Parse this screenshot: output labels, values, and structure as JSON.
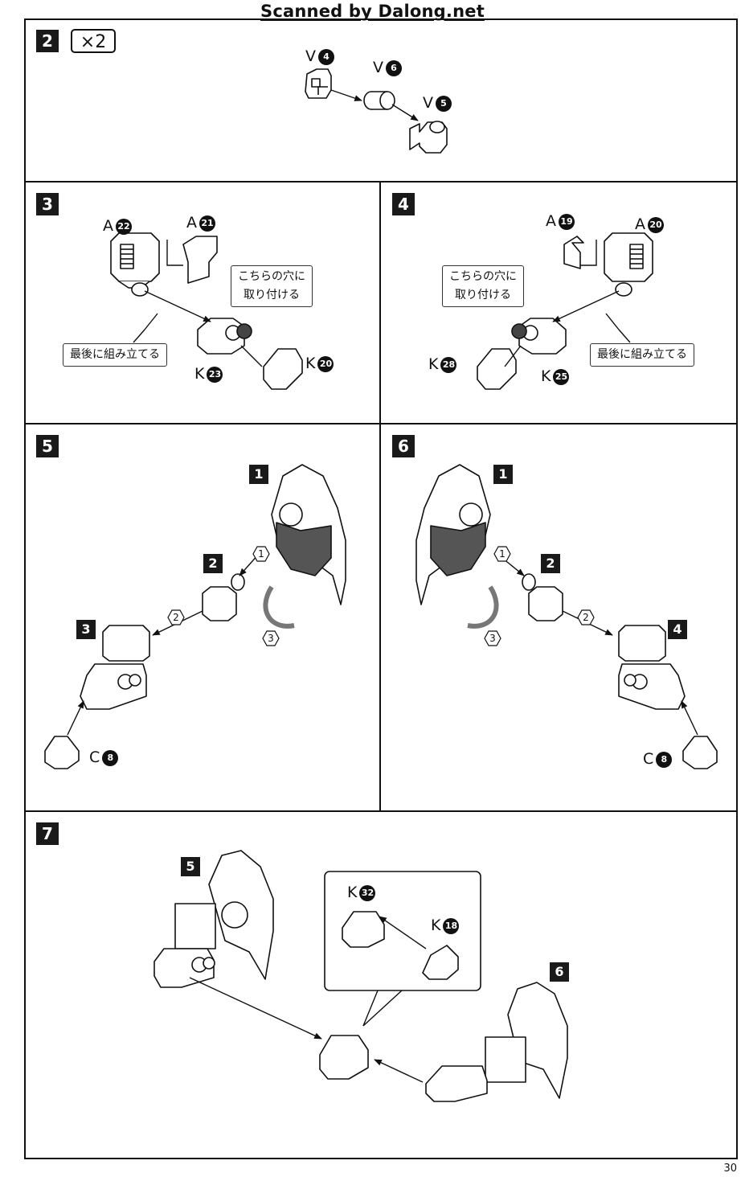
{
  "watermark": "Scanned by Dalong.net",
  "page_number": "30",
  "steps": {
    "s2": {
      "number": "2",
      "multiplier": "×2",
      "parts": [
        {
          "letter": "V",
          "num": "4"
        },
        {
          "letter": "V",
          "num": "6"
        },
        {
          "letter": "V",
          "num": "5"
        }
      ]
    },
    "s3": {
      "number": "3",
      "parts": [
        {
          "letter": "A",
          "num": "22"
        },
        {
          "letter": "A",
          "num": "21"
        },
        {
          "letter": "K",
          "num": "23"
        },
        {
          "letter": "K",
          "num": "20"
        }
      ],
      "note_hole_1": "こちらの穴に",
      "note_hole_2": "取り付ける",
      "note_last": "最後に組み立てる"
    },
    "s4": {
      "number": "4",
      "parts": [
        {
          "letter": "A",
          "num": "19"
        },
        {
          "letter": "A",
          "num": "20"
        },
        {
          "letter": "K",
          "num": "28"
        },
        {
          "letter": "K",
          "num": "25"
        }
      ],
      "note_hole_1": "こちらの穴に",
      "note_hole_2": "取り付ける",
      "note_last": "最後に組み立てる"
    },
    "s5": {
      "number": "5",
      "sub": [
        "1",
        "2",
        "3"
      ],
      "order": [
        "1",
        "2",
        "3"
      ],
      "part": {
        "letter": "C",
        "num": "8"
      }
    },
    "s6": {
      "number": "6",
      "sub": [
        "1",
        "2",
        "4"
      ],
      "order": [
        "1",
        "2",
        "3"
      ],
      "part": {
        "letter": "C",
        "num": "8"
      }
    },
    "s7": {
      "number": "7",
      "sub": [
        "5",
        "6"
      ],
      "parts": [
        {
          "letter": "K",
          "num": "32"
        },
        {
          "letter": "K",
          "num": "18"
        }
      ]
    }
  }
}
